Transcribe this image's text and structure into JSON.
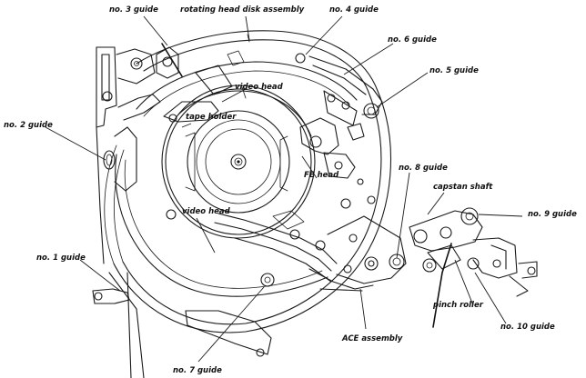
{
  "labels": {
    "no3_guide": "no. 3 guide",
    "rotating_head_disk": "rotating head disk assembly",
    "no4_guide": "no. 4 guide",
    "no6_guide": "no. 6 guide",
    "no5_guide": "no. 5 guide",
    "video_head_top": "video head",
    "tape_holder": "tape holder",
    "no2_guide": "no. 2 guide",
    "fe_head": "FE head",
    "no8_guide": "no. 8 guide",
    "capstan_shaft": "capstan shaft",
    "no9_guide": "no. 9 guide",
    "video_head_bottom": "video head",
    "no1_guide": "no. 1 guide",
    "pinch_roller": "pinch roller",
    "no10_guide": "no. 10 guide",
    "ace_assembly": "ACE assembly",
    "no7_guide": "no. 7 guide"
  }
}
